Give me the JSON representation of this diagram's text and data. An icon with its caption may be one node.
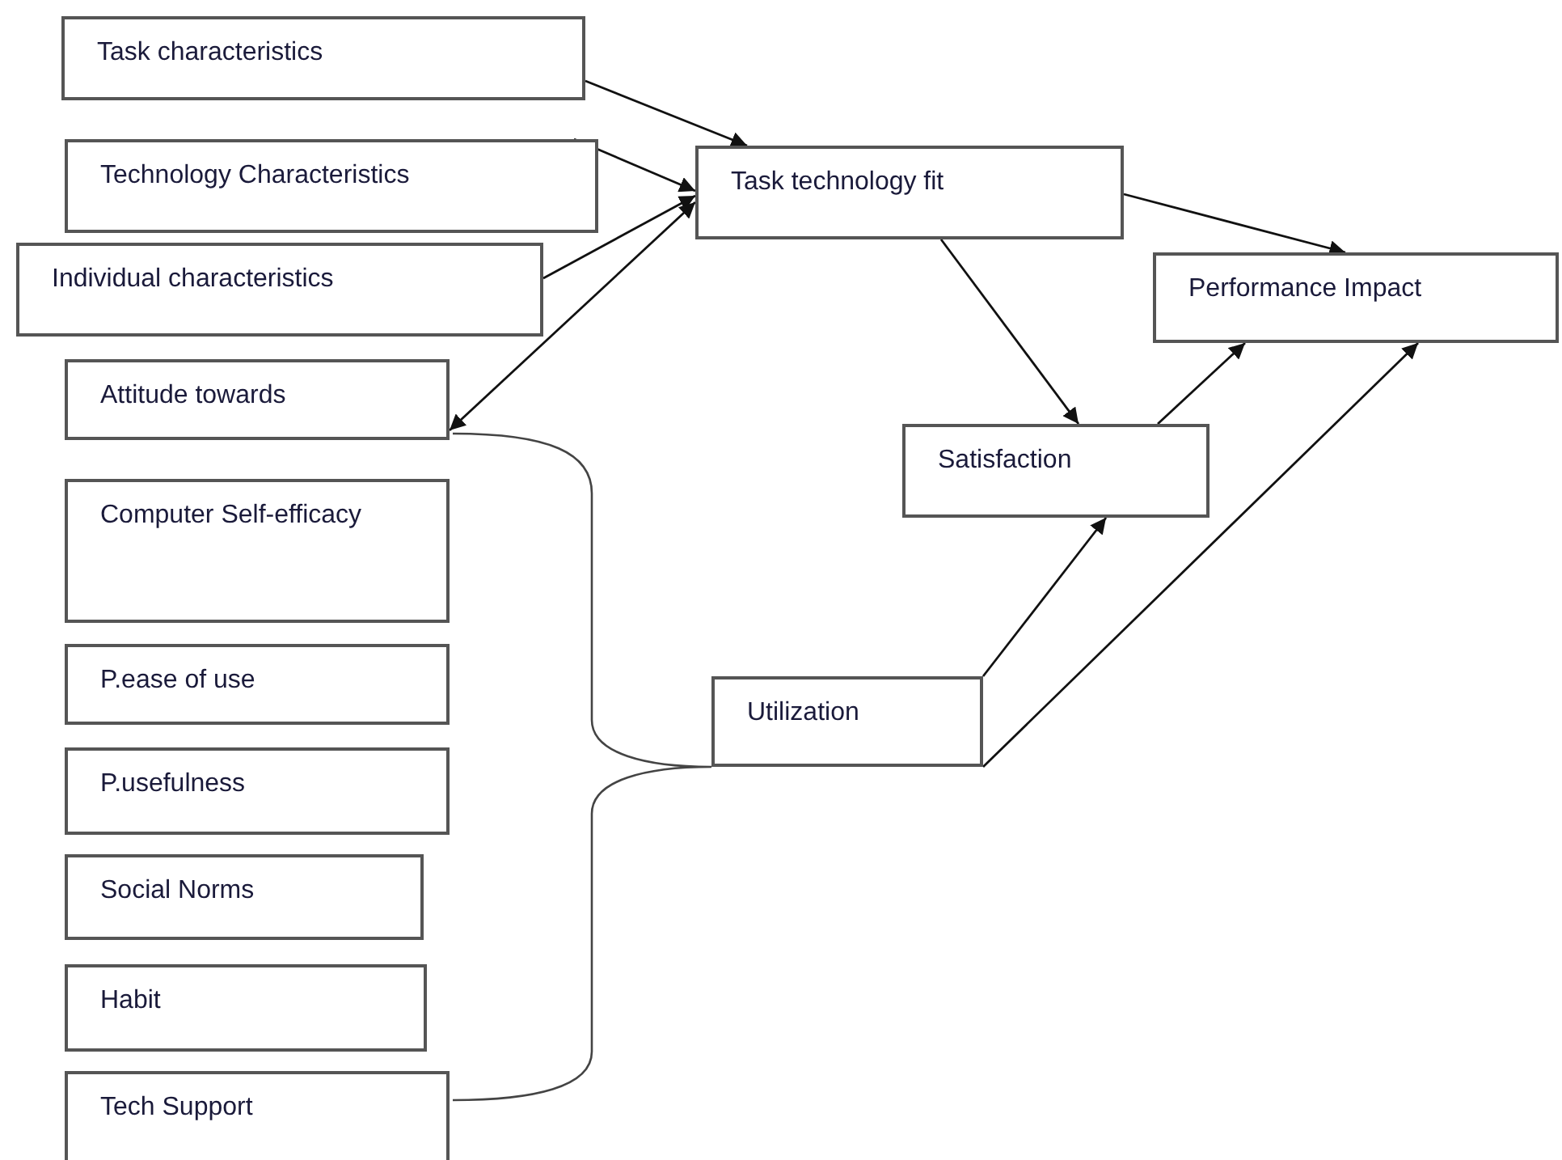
{
  "diagram": {
    "nodes": [
      {
        "text": [
          "Task characteristics"
        ]
      },
      {
        "text": [
          "Technology Characteristics"
        ]
      },
      {
        "text": [
          "Individual characteristics"
        ]
      },
      {
        "text": [
          "Attitude towards"
        ]
      },
      {
        "text": [
          "Computer Self-efficacy"
        ]
      },
      {
        "text": [
          "P.ease of use"
        ]
      },
      {
        "text": [
          "P.usefulness"
        ]
      },
      {
        "text": [
          "Social Norms"
        ]
      },
      {
        "text": [
          "Habit"
        ]
      },
      {
        "text": [
          "Tech Support"
        ]
      },
      {
        "text": [
          "Task technology fit"
        ]
      },
      {
        "text": [
          "Performance Impact"
        ]
      },
      {
        "text": [
          "Satisfaction"
        ]
      },
      {
        "text": [
          "Utilization"
        ]
      }
    ],
    "edges": [
      {
        "from": 0,
        "to": 10,
        "arrow": "to"
      },
      {
        "from": 1,
        "to": 10,
        "arrow": "to"
      },
      {
        "from": 2,
        "to": 10,
        "arrow": "to"
      },
      {
        "from": 10,
        "to": 3,
        "arrow": "both"
      },
      {
        "from": 10,
        "to": 11,
        "arrow": "to"
      },
      {
        "from": 10,
        "to": 12,
        "arrow": "to"
      },
      {
        "from": 12,
        "to": 11,
        "arrow": "to"
      },
      {
        "from": 13,
        "to": 12,
        "arrow": "to"
      },
      {
        "from": 13,
        "to": 11,
        "arrow": "to"
      }
    ]
  }
}
